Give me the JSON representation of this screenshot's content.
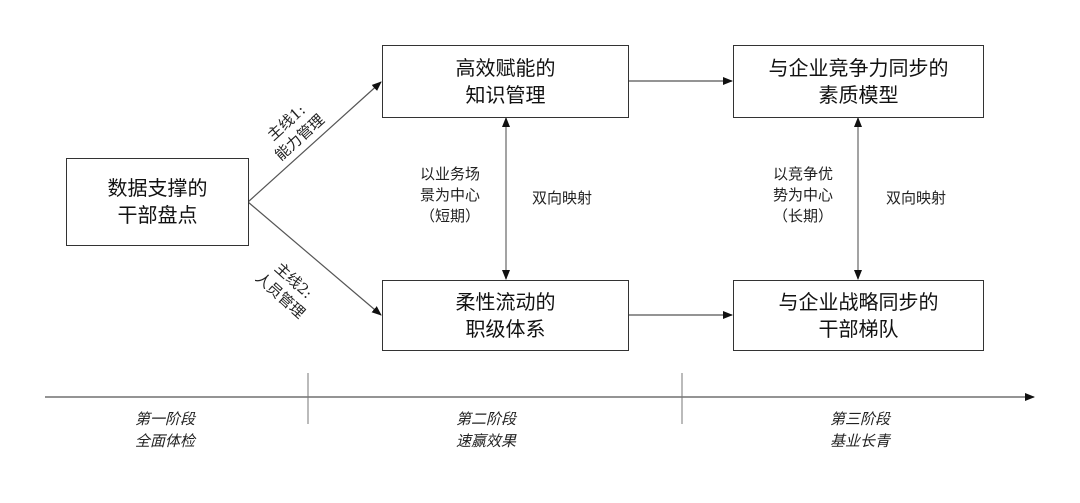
{
  "diagram": {
    "boxes": {
      "start": {
        "line1": "数据支撑的",
        "line2": "干部盘点"
      },
      "knowledge": {
        "line1": "高效赋能的",
        "line2": "知识管理"
      },
      "grade": {
        "line1": "柔性流动的",
        "line2": "职级体系"
      },
      "competency": {
        "line1": "与企业竞争力同步的",
        "line2": "素质模型"
      },
      "pipeline": {
        "line1": "与企业战略同步的",
        "line2": "干部梯队"
      }
    },
    "branches": {
      "upper": {
        "line1": "主线1:",
        "line2": "能力管理"
      },
      "lower": {
        "line1": "主线2:",
        "line2": "人员管理"
      }
    },
    "mid_labels": {
      "short_term": {
        "line1": "以业务场",
        "line2": "景为中心",
        "line3": "（短期）"
      },
      "long_term": {
        "line1": "以竞争优",
        "line2": "势为中心",
        "line3": "（长期）"
      },
      "map1": "双向映射",
      "map2": "双向映射"
    },
    "timeline": {
      "stages": [
        {
          "title": "第一阶段",
          "subtitle": "全面体检"
        },
        {
          "title": "第二阶段",
          "subtitle": "速赢效果"
        },
        {
          "title": "第三阶段",
          "subtitle": "基业长青"
        }
      ]
    }
  }
}
